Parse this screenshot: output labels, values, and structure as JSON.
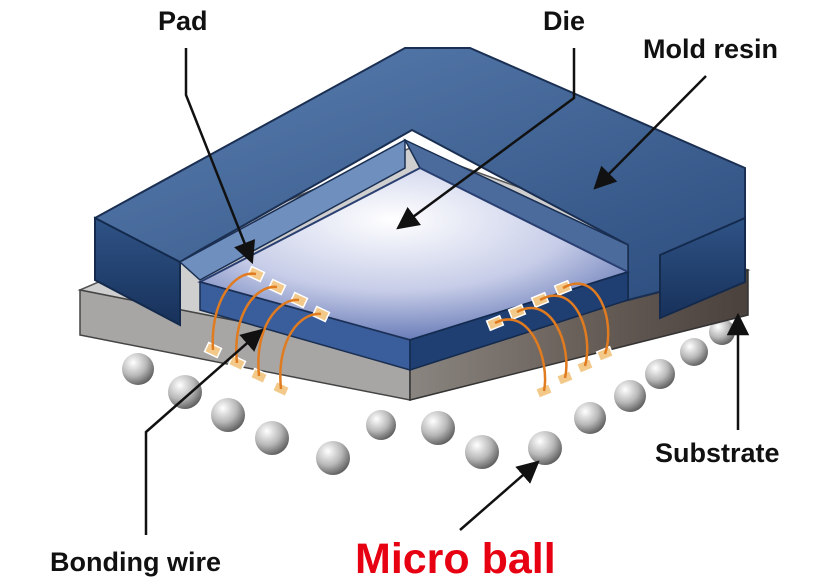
{
  "labels": {
    "pad": "Pad",
    "die": "Die",
    "mold_resin": "Mold resin",
    "substrate": "Substrate",
    "bonding_wire": "Bonding wire",
    "micro_ball": "Micro ball"
  },
  "colors": {
    "mold_resin_top": "#3d5f8f",
    "mold_resin_side": "#1f3f6e",
    "die_center": "#ffffff",
    "die_edge": "#5a73b0",
    "substrate_top": "#c9c9c9",
    "substrate_side": "#5e5450",
    "wire": "#e07b20",
    "pad": "#f3c98a",
    "micro_ball_label": "#e60012"
  }
}
